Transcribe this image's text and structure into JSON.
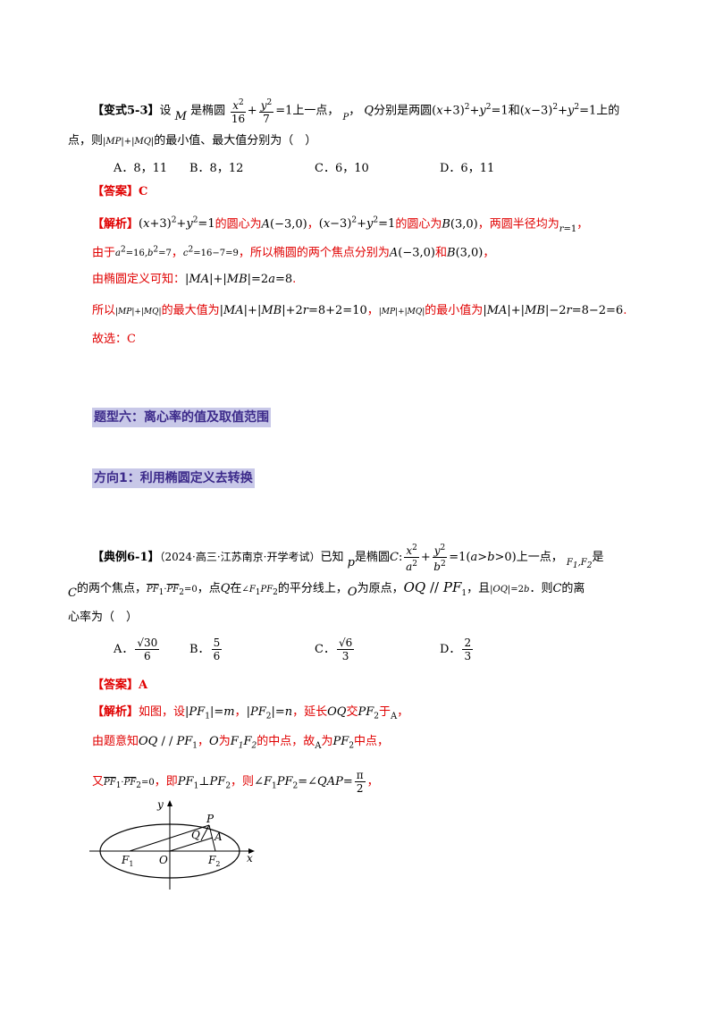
{
  "problem1": {
    "tag": "【变式5-3】",
    "l1a": "设",
    "l1b": "是椭圆",
    "l1c": "上一点，",
    "l1d": "，",
    "l1e": "分别是两圆",
    "l1f": "和",
    "l1g": "上的",
    "l2a": "点，则",
    "l2b": "的最小值、最大值分别为（　）",
    "options": [
      "A．8，11",
      "B．8，12",
      "C．6，10",
      "D．6，11"
    ],
    "answer_tag": "【答案】",
    "answer": "C",
    "analysis_tag": "【解析】",
    "s1a": "的圆心为",
    "s1b": "，",
    "s1c": "的圆心为",
    "s1d": "，两圆半径均为",
    "s1e": "，",
    "s2a": "由于",
    "s2b": "，",
    "s2c": "，所以椭圆的两个焦点分别为",
    "s2d": "和",
    "s2e": "，",
    "s3a": "由椭圆定义可知：",
    "s4a": "所以",
    "s4b": "的最大值为",
    "s4c": "，",
    "s4d": "的最小值为",
    "s4e": ".",
    "s5": "故选：C"
  },
  "section1": "题型六：离心率的值及取值范围",
  "section2": "方向1：利用椭圆定义去转换",
  "problem2": {
    "tag": "【典例6-1】",
    "source": "（2024·高三·江苏南京·开学考试）",
    "l1a": "已知",
    "l1b": "是椭圆",
    "l1c": "上一点，",
    "l1d": "是",
    "l2a": "的两个焦点，",
    "l2b": "，点",
    "l2c": "在",
    "l2d": "的平分线上，",
    "l2e": "为原点，",
    "l2f": "，且",
    "l2g": "．则",
    "l2h": "的离",
    "l3": "心率为（　）",
    "optA": "A．",
    "optB": "B．",
    "optC": "C．",
    "optD": "D．",
    "answer_tag": "【答案】",
    "answer": "A",
    "analysis_tag": "【解析】",
    "s1a": "如图，设",
    "s1b": "，",
    "s1c": "，延长",
    "s1d": "交",
    "s1e": "于",
    "s1f": "，",
    "s2a": "由题意知",
    "s2b": "，",
    "s2c": "为",
    "s2d": "的中点，故",
    "s2e": "为",
    "s2f": "中点，",
    "s3a": "又",
    "s3b": "，即",
    "s3c": "，则",
    "s3d": "，"
  },
  "figure": {
    "labels": [
      "y",
      "P",
      "Q",
      "A",
      "F1",
      "O",
      "F2",
      "x"
    ]
  }
}
